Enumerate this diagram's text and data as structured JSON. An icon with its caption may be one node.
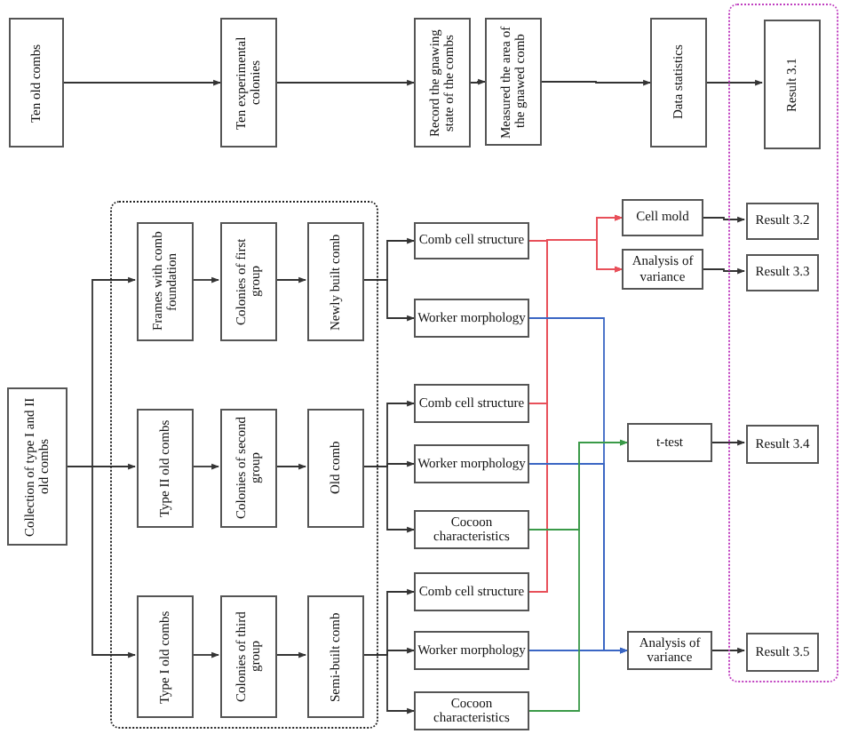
{
  "diagram": {
    "nodes": [
      {
        "text": [
          "Ten old combs"
        ]
      },
      {
        "text": [
          "Ten experimental colonies"
        ]
      },
      {
        "text": [
          "Record the gnawing state of the combs"
        ]
      },
      {
        "text": [
          "Measured the area of the gnawed comb"
        ]
      },
      {
        "text": [
          "Data statistics"
        ]
      },
      {
        "text": [],
        "shape": "box"
      },
      {
        "text": [
          "Result 3.1"
        ],
        "in": 5
      },
      {
        "text": [
          "Collection of type I and II old combs"
        ]
      },
      {
        "text": [],
        "shape": "box"
      },
      {
        "text": [
          "Frames with comb foundation"
        ],
        "in": 8
      },
      {
        "text": [
          "Colonies of first group"
        ],
        "in": 8
      },
      {
        "text": [
          "Newly built comb"
        ],
        "in": 8
      },
      {
        "text": [
          "Type II old combs"
        ],
        "in": 8
      },
      {
        "text": [
          "Colonies of second group"
        ],
        "in": 8
      },
      {
        "text": [
          "Old comb"
        ],
        "in": 8
      },
      {
        "text": [
          "Type I old combs"
        ],
        "in": 8
      },
      {
        "text": [
          "Colonies of third group"
        ],
        "in": 8
      },
      {
        "text": [
          "Semi-built comb"
        ],
        "in": 8
      },
      {
        "text": [
          "Comb cell structure"
        ]
      },
      {
        "text": [
          "Worker morphology"
        ]
      },
      {
        "text": [
          "Comb cell structure"
        ]
      },
      {
        "text": [
          "Worker morphology"
        ]
      },
      {
        "text": [
          "Cocoon characteristics"
        ]
      },
      {
        "text": [
          "Comb cell structure"
        ]
      },
      {
        "text": [
          "Worker morphology"
        ]
      },
      {
        "text": [
          "Cocoon characteristics"
        ]
      },
      {
        "text": [
          "Cell mold"
        ]
      },
      {
        "text": [
          "Analysis of variance"
        ]
      },
      {
        "text": [
          "t-test"
        ]
      },
      {
        "text": [
          "Analysis of variance"
        ]
      },
      {
        "text": [
          "Result 3.2"
        ],
        "in": 5
      },
      {
        "text": [
          "Result 3.3"
        ],
        "in": 5
      },
      {
        "text": [
          "Result 3.4"
        ],
        "in": 5
      },
      {
        "text": [
          "Result 3.5"
        ],
        "in": 5
      }
    ],
    "edges": [
      {
        "from": 0,
        "to": 1,
        "arrow": "to"
      },
      {
        "from": 1,
        "to": 2,
        "arrow": "to"
      },
      {
        "from": 2,
        "to": 3,
        "arrow": "to"
      },
      {
        "from": 3,
        "to": 4,
        "arrow": "to"
      },
      {
        "from": 4,
        "to": 6,
        "arrow": "to"
      },
      {
        "from": 7,
        "to": 9,
        "arrow": "to"
      },
      {
        "from": 7,
        "to": 12,
        "arrow": "to"
      },
      {
        "from": 7,
        "to": 15,
        "arrow": "to"
      },
      {
        "from": 9,
        "to": 10,
        "arrow": "to"
      },
      {
        "from": 10,
        "to": 11,
        "arrow": "to"
      },
      {
        "from": 12,
        "to": 13,
        "arrow": "to"
      },
      {
        "from": 13,
        "to": 14,
        "arrow": "to"
      },
      {
        "from": 15,
        "to": 16,
        "arrow": "to"
      },
      {
        "from": 16,
        "to": 17,
        "arrow": "to"
      },
      {
        "from": 11,
        "to": 18,
        "arrow": "to"
      },
      {
        "from": 11,
        "to": 19,
        "arrow": "to"
      },
      {
        "from": 14,
        "to": 20,
        "arrow": "to"
      },
      {
        "from": 14,
        "to": 21,
        "arrow": "to"
      },
      {
        "from": 14,
        "to": 22,
        "arrow": "to"
      },
      {
        "from": 17,
        "to": 23,
        "arrow": "to"
      },
      {
        "from": 17,
        "to": 24,
        "arrow": "to"
      },
      {
        "from": 17,
        "to": 25,
        "arrow": "to"
      },
      {
        "from": 18,
        "to": 26,
        "arrow": "to",
        "color": "#e8505a"
      },
      {
        "from": 18,
        "to": 27,
        "arrow": "to",
        "color": "#e8505a"
      },
      {
        "from": 20,
        "to": 26,
        "arrow": "to",
        "color": "#e8505a"
      },
      {
        "from": 20,
        "to": 27,
        "arrow": "to",
        "color": "#e8505a"
      },
      {
        "from": 23,
        "to": 26,
        "arrow": "to",
        "color": "#e8505a"
      },
      {
        "from": 23,
        "to": 27,
        "arrow": "to",
        "color": "#e8505a"
      },
      {
        "from": 19,
        "to": 29,
        "arrow": "to",
        "color": "#3a66c4"
      },
      {
        "from": 21,
        "to": 29,
        "arrow": "to",
        "color": "#3a66c4"
      },
      {
        "from": 24,
        "to": 29,
        "arrow": "to",
        "color": "#3a66c4"
      },
      {
        "from": 22,
        "to": 28,
        "arrow": "to",
        "color": "#3a9a48"
      },
      {
        "from": 25,
        "to": 28,
        "arrow": "to",
        "color": "#3a9a48"
      },
      {
        "from": 26,
        "to": 30,
        "arrow": "to"
      },
      {
        "from": 27,
        "to": 31,
        "arrow": "to"
      },
      {
        "from": 28,
        "to": 32,
        "arrow": "to"
      },
      {
        "from": 29,
        "to": 33,
        "arrow": "to"
      }
    ]
  }
}
